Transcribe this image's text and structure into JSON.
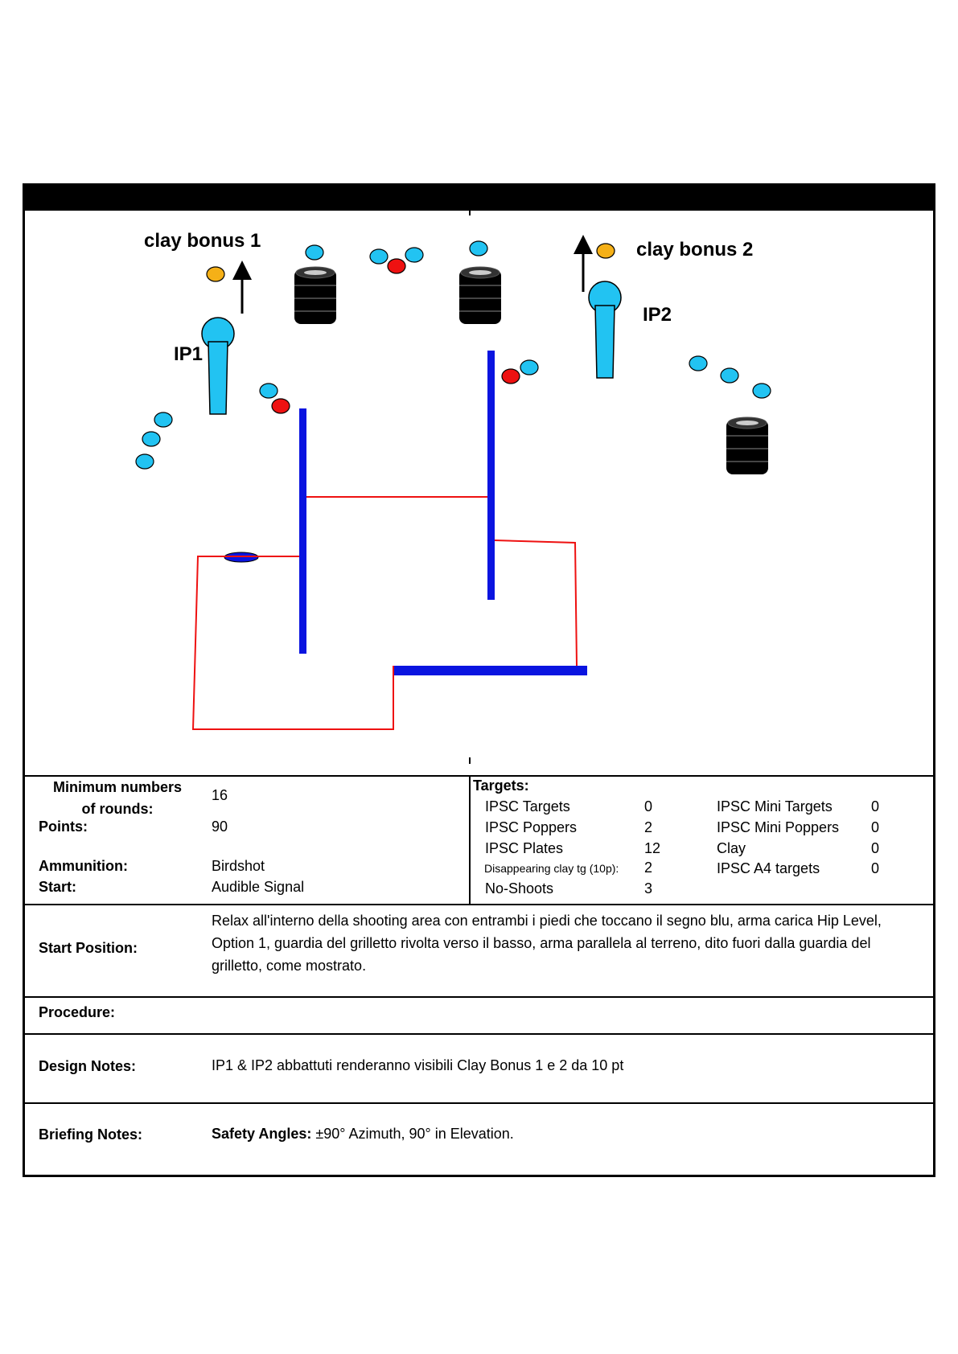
{
  "diagram": {
    "labels": {
      "clay_bonus_1": "clay bonus 1",
      "clay_bonus_2": "clay bonus 2",
      "ip1": "IP1",
      "ip2": "IP2"
    },
    "colors": {
      "plate": "#22c3f2",
      "no_shoot": "#ee1111",
      "bonus_clay": "#f5b017",
      "popper": "#22c3f2",
      "wall": "#0a14e0",
      "fault_line": "#ee1111",
      "barrel": "#000000"
    }
  },
  "info": {
    "min_rounds_label": "Minimum numbers of rounds:",
    "min_rounds_value": "16",
    "points_label": "Points:",
    "points_value": "90",
    "ammo_label": "Ammunition:",
    "ammo_value": "Birdshot",
    "start_label": "Start:",
    "start_value": "Audible Signal"
  },
  "targets": {
    "title": "Targets:",
    "left": [
      {
        "name": "IPSC Targets",
        "count": "0"
      },
      {
        "name": "IPSC Poppers",
        "count": "2"
      },
      {
        "name": "IPSC Plates",
        "count": "12"
      },
      {
        "name": "Disappearing clay tg (10p):",
        "count": "2"
      },
      {
        "name": "No-Shoots",
        "count": "3"
      }
    ],
    "right": [
      {
        "name": "IPSC Mini Targets",
        "count": "0"
      },
      {
        "name": "IPSC Mini Poppers",
        "count": "0"
      },
      {
        "name": "Clay",
        "count": "0"
      },
      {
        "name": "IPSC A4 targets",
        "count": "0"
      }
    ]
  },
  "start_position": {
    "label": "Start Position:",
    "text": "Relax all'interno della shooting area con entrambi i piedi che toccano il segno blu, arma carica Hip Level, Option 1, guardia del grilletto rivolta verso il basso, arma parallela al terreno, dito fuori dalla guardia del grilletto, come mostrato."
  },
  "procedure": {
    "label": "Procedure:"
  },
  "design_notes": {
    "label": "Design Notes:",
    "text": "IP1 & IP2 abbattuti renderanno visibili Clay Bonus 1 e 2 da 10 pt"
  },
  "briefing_notes": {
    "label": "Briefing Notes:",
    "bold_prefix": "Safety Angles:",
    "text": " ±90° Azimuth, 90° in Elevation."
  }
}
